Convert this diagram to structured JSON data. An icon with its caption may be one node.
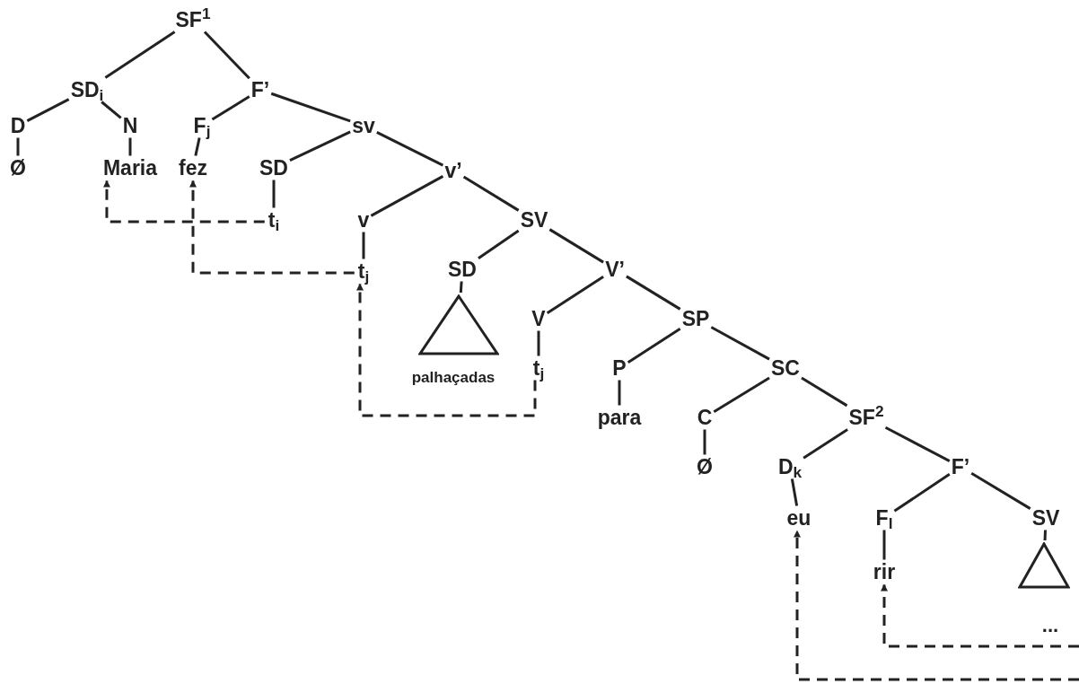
{
  "diagram": {
    "nodes": [
      {
        "text": [
          "SF$^{1}$"
        ]
      },
      {
        "text": [
          "SD$_{i}$"
        ]
      },
      {
        "text": [
          "F’"
        ]
      },
      {
        "text": [
          "D"
        ]
      },
      {
        "text": [
          "N"
        ]
      },
      {
        "text": [
          "F$_{j}$"
        ]
      },
      {
        "text": [
          "sv"
        ]
      },
      {
        "text": [
          "Ø"
        ]
      },
      {
        "text": [
          "Maria"
        ]
      },
      {
        "text": [
          "fez"
        ]
      },
      {
        "text": [
          "SD"
        ]
      },
      {
        "text": [
          "v’"
        ]
      },
      {
        "text": [
          "t$_{i}$"
        ]
      },
      {
        "text": [
          "v"
        ]
      },
      {
        "text": [
          "SV"
        ]
      },
      {
        "text": [
          "t$_{j}$"
        ]
      },
      {
        "text": [
          "SD"
        ]
      },
      {
        "text": [
          "V’"
        ]
      },
      {
        "text": [],
        "shape": "triangle",
        "beside": [
          "palhaçadas"
        ]
      },
      {
        "text": [
          "V"
        ]
      },
      {
        "text": [
          "SP"
        ]
      },
      {
        "text": [
          "t$_{j}$"
        ]
      },
      {
        "text": [
          "P"
        ]
      },
      {
        "text": [
          "SC"
        ]
      },
      {
        "text": [
          "para"
        ]
      },
      {
        "text": [
          "C"
        ]
      },
      {
        "text": [
          "SF$^{2}$"
        ]
      },
      {
        "text": [
          "Ø"
        ]
      },
      {
        "text": [
          "D$_{k}$"
        ]
      },
      {
        "text": [
          "F’"
        ]
      },
      {
        "text": [
          "eu"
        ]
      },
      {
        "text": [
          "F$_{l}$"
        ]
      },
      {
        "text": [
          "SV"
        ]
      },
      {
        "text": [
          "rir"
        ]
      },
      {
        "text": [],
        "shape": "triangle",
        "beside": [
          "..."
        ]
      }
    ],
    "edges": [
      {
        "from": 0,
        "to": 1,
        "arrow": "none"
      },
      {
        "from": 0,
        "to": 2,
        "arrow": "none"
      },
      {
        "from": 1,
        "to": 3,
        "arrow": "none"
      },
      {
        "from": 1,
        "to": 4,
        "arrow": "none"
      },
      {
        "from": 2,
        "to": 5,
        "arrow": "none"
      },
      {
        "from": 2,
        "to": 6,
        "arrow": "none"
      },
      {
        "from": 3,
        "to": 7,
        "arrow": "none"
      },
      {
        "from": 4,
        "to": 8,
        "arrow": "none"
      },
      {
        "from": 5,
        "to": 9,
        "arrow": "none"
      },
      {
        "from": 6,
        "to": 10,
        "arrow": "none"
      },
      {
        "from": 6,
        "to": 11,
        "arrow": "none"
      },
      {
        "from": 10,
        "to": 12,
        "arrow": "none"
      },
      {
        "from": 11,
        "to": 13,
        "arrow": "none"
      },
      {
        "from": 11,
        "to": 14,
        "arrow": "none"
      },
      {
        "from": 13,
        "to": 15,
        "arrow": "none"
      },
      {
        "from": 14,
        "to": 16,
        "arrow": "none"
      },
      {
        "from": 14,
        "to": 17,
        "arrow": "none"
      },
      {
        "from": 16,
        "to": 18,
        "arrow": "none"
      },
      {
        "from": 17,
        "to": 19,
        "arrow": "none"
      },
      {
        "from": 17,
        "to": 20,
        "arrow": "none"
      },
      {
        "from": 19,
        "to": 21,
        "arrow": "none"
      },
      {
        "from": 20,
        "to": 22,
        "arrow": "none"
      },
      {
        "from": 20,
        "to": 23,
        "arrow": "none"
      },
      {
        "from": 22,
        "to": 24,
        "arrow": "none"
      },
      {
        "from": 23,
        "to": 25,
        "arrow": "none"
      },
      {
        "from": 23,
        "to": 26,
        "arrow": "none"
      },
      {
        "from": 25,
        "to": 27,
        "arrow": "none"
      },
      {
        "from": 26,
        "to": 28,
        "arrow": "none"
      },
      {
        "from": 26,
        "to": 29,
        "arrow": "none"
      },
      {
        "from": 28,
        "to": 30,
        "arrow": "none"
      },
      {
        "from": 29,
        "to": 31,
        "arrow": "none"
      },
      {
        "from": 29,
        "to": 32,
        "arrow": "none"
      },
      {
        "from": 31,
        "to": 33,
        "arrow": "none"
      },
      {
        "from": 32,
        "to": 34,
        "arrow": "none"
      },
      {
        "from": 12,
        "to": 8,
        "arrow": "to",
        "style": "dashed"
      },
      {
        "from": 15,
        "to": 9,
        "arrow": "to",
        "style": "dashed"
      },
      {
        "from": 21,
        "to": 15,
        "arrow": "to",
        "style": "dashed"
      },
      {
        "from": null,
        "to": 33,
        "arrow": "to",
        "style": "dashed"
      },
      {
        "from": null,
        "to": 30,
        "arrow": "to",
        "style": "dashed"
      }
    ]
  }
}
